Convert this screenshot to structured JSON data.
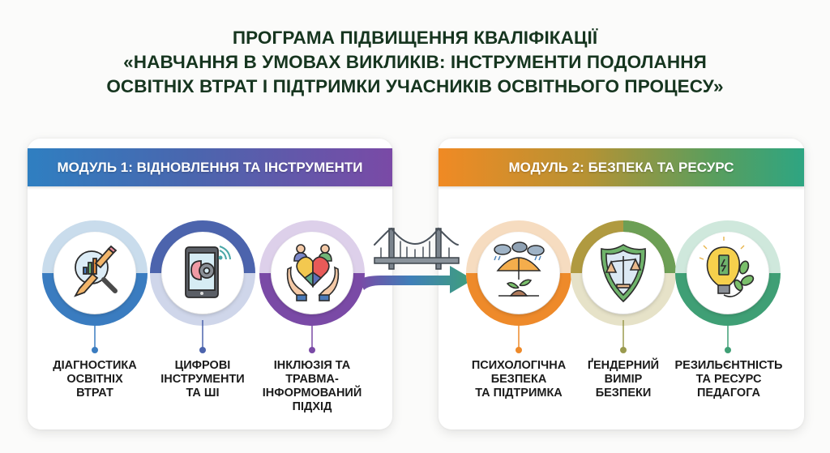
{
  "title": {
    "line1": "ПРОГРАМА ПІДВИЩЕННЯ КВАЛІФІКАЦІЇ",
    "line2": "«НАВЧАННЯ В УМОВАХ ВИКЛИКІВ: ІНСТРУМЕНТИ ПОДОЛАННЯ",
    "line3": "ОСВІТНІХ ВТРАТ І ПІДТРИМКИ УЧАСНИКІВ ОСВІТНЬОГО ПРОЦЕСУ»",
    "color": "#16351f"
  },
  "modules": [
    {
      "header": "МОДУЛЬ 1: ВІДНОВЛЕННЯ ТА ІНСТРУМЕНТИ",
      "gradient": [
        "#2f7fc1",
        "#7a4aa6"
      ],
      "items": [
        {
          "icon": "magnifier-chart-broken-pencil-icon",
          "label_lines": [
            "ДІАГНОСТИКА",
            "ОСВІТНІХ",
            "ВТРАТ"
          ],
          "color": "#3a7cc0"
        },
        {
          "icon": "tablet-brain-gear-icon",
          "label_lines": [
            "ЦИФРОВІ",
            "ІНСТРУМЕНТИ",
            "ТА ШІ"
          ],
          "color": "#4c64ad"
        },
        {
          "icon": "hands-puzzle-heart-icon",
          "label_lines": [
            "ІНКЛЮЗІЯ ТА",
            "ТРАВМА-",
            "ІНФОРМОВАНИЙ",
            "ПІДХІД"
          ],
          "color": "#7a4aa6"
        }
      ]
    },
    {
      "header": "МОДУЛЬ 2: БЕЗПЕКА ТА РЕСУРС",
      "gradient": [
        "#f08a24",
        "#2ea582"
      ],
      "items": [
        {
          "icon": "umbrella-rain-sprout-icon",
          "label_lines": [
            "ПСИХОЛОГІЧНА",
            "БЕЗПЕКА",
            "ТА ПІДТРИМКА"
          ],
          "color": "#ee8a2a"
        },
        {
          "icon": "shield-scales-icon",
          "label_lines": [
            "ҐЕНДЕРНИЙ",
            "ВИМІР",
            "БЕЗПЕКИ"
          ],
          "color": "#9a9a4e"
        },
        {
          "icon": "lightbulb-battery-leaves-icon",
          "label_lines": [
            "РЕЗИЛЬЄНТНІСТЬ",
            "ТА РЕСУРС",
            "ПЕДАГОГА"
          ],
          "color": "#3f9f75"
        }
      ]
    }
  ],
  "connector": {
    "icon": "bridge-icon",
    "arrow": "arrow-right-icon"
  }
}
